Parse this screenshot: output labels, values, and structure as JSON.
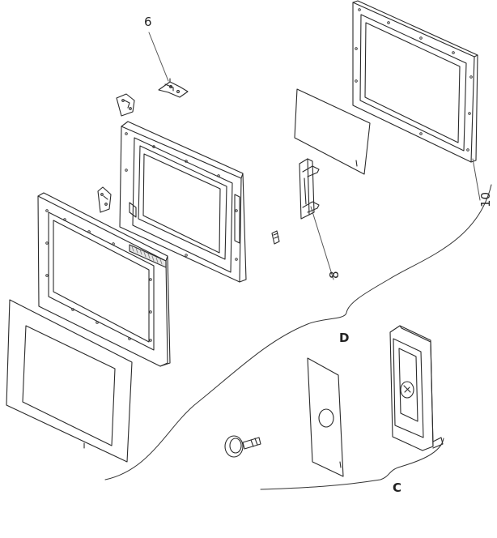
{
  "labels": {
    "part_6": "6",
    "part_8": "8",
    "part_10": "10",
    "group_d": "D",
    "group_c": "C"
  },
  "colors": {
    "stroke": "#2a2a2a",
    "light_stroke": "#777777",
    "fill": "#ffffff",
    "shade": "#e6e6e6"
  }
}
